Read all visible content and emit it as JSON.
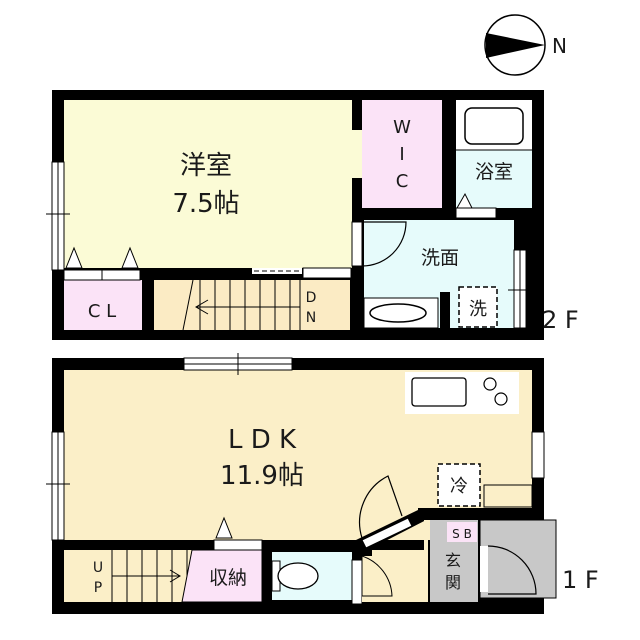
{
  "compass": {
    "north_label": "N"
  },
  "floor2": {
    "label": "2 F",
    "rooms": {
      "western_room": {
        "name": "洋室",
        "size": "7.5帖"
      },
      "closet": {
        "name": "C L"
      },
      "wic": {
        "name_lines": [
          "W",
          "I",
          "C"
        ]
      },
      "bathroom": {
        "name": "浴室"
      },
      "washroom": {
        "name": "洗面"
      },
      "washer": {
        "name": "洗"
      },
      "stairs": {
        "label_lines": [
          "D",
          "N"
        ]
      }
    }
  },
  "floor1": {
    "label": "1 F",
    "rooms": {
      "ldk": {
        "name": "L D K",
        "size": "11.9帖"
      },
      "storage": {
        "name": "収納"
      },
      "fridge": {
        "name": "冷"
      },
      "shoe_box": {
        "name": "S B"
      },
      "entrance": {
        "name_lines": [
          "玄",
          "関"
        ]
      },
      "stairs": {
        "label_lines": [
          "U",
          "P"
        ]
      }
    }
  },
  "colors": {
    "wall": "#000000",
    "western_room": "#fbfbd6",
    "ldk": "#fbefc8",
    "stairs": "#fbebc4",
    "closet": "#fbe3f7",
    "water": "#e6fbfb",
    "entrance": "#c8c8c8",
    "shoe_box": "#fbe3f7"
  }
}
